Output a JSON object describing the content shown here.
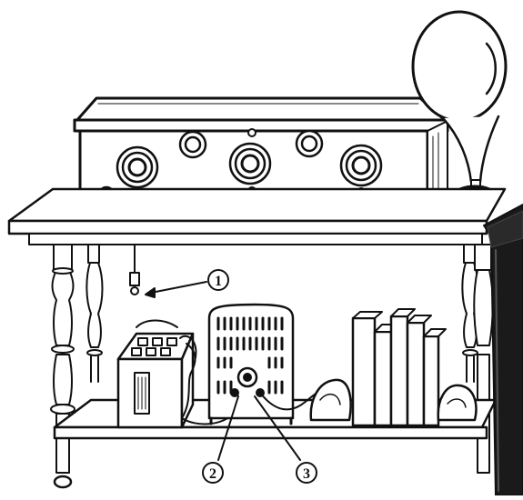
{
  "callouts": [
    {
      "id": 1,
      "label": "1"
    },
    {
      "id": 2,
      "label": "2"
    },
    {
      "id": 3,
      "label": "3"
    }
  ],
  "colors": {
    "ink": "#111111",
    "paper": "#ffffff",
    "shade": "#1a1a1a",
    "mid": "#555555"
  }
}
